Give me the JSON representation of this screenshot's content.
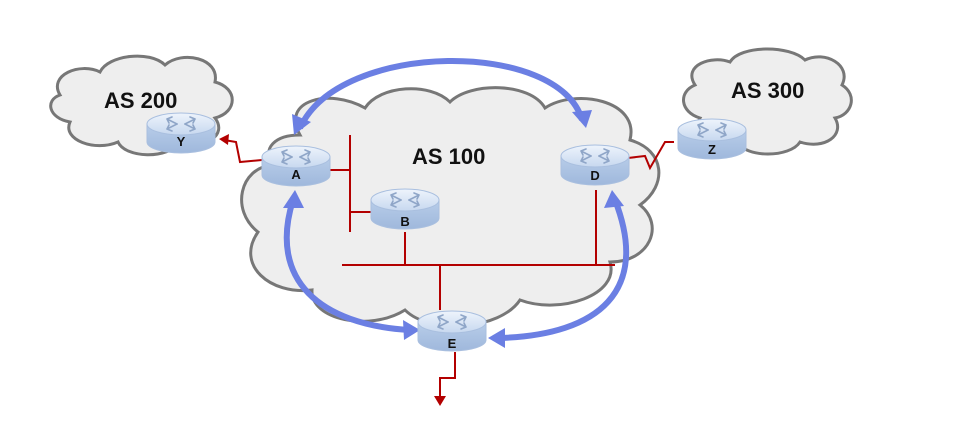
{
  "autonomous_systems": {
    "as200": {
      "label": "AS 200"
    },
    "as300": {
      "label": "AS 300"
    },
    "as100": {
      "label": "AS 100"
    }
  },
  "routers": {
    "A": {
      "label": "A"
    },
    "B": {
      "label": "B"
    },
    "D": {
      "label": "D"
    },
    "E": {
      "label": "E"
    },
    "Y": {
      "label": "Y"
    },
    "Z": {
      "label": "Z"
    }
  },
  "colors": {
    "link": "#b30000",
    "ibgp_session": "#6b7fe3",
    "cloud_fill": "#eeeeee",
    "cloud_stroke": "#777777",
    "router_body": "#c9d9f0"
  }
}
